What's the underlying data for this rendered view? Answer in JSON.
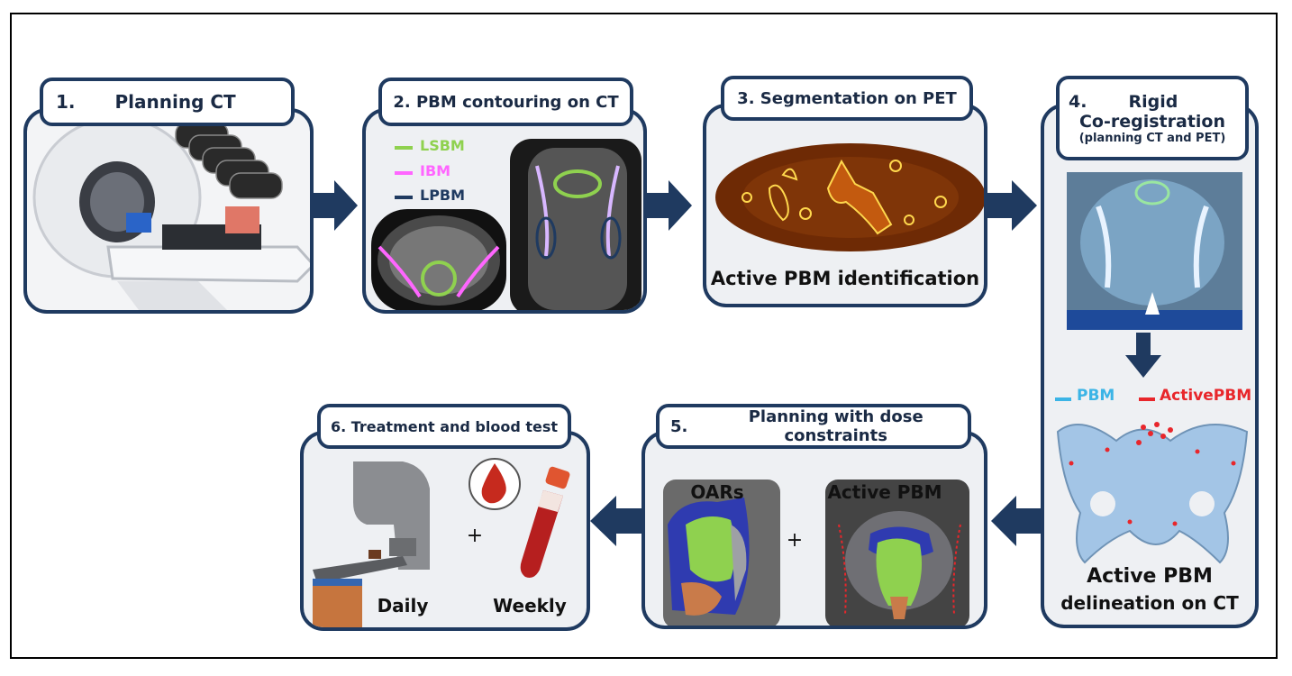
{
  "steps": {
    "s1": {
      "num": "1.",
      "title": "Planning CT"
    },
    "s2": {
      "title": "2. PBM contouring on CT",
      "legend": [
        "LSBM",
        "IBM",
        "LPBM"
      ]
    },
    "s3": {
      "title": "3. Segmentation on PET",
      "caption": "Active PBM identification"
    },
    "s4": {
      "num": "4.",
      "title_a": "Rigid",
      "title_b": "Co-registration",
      "title_c": "(planning CT and PET)",
      "legend": [
        "PBM",
        "ActivePBM"
      ],
      "caption_a": "Active PBM",
      "caption_b": "delineation on CT"
    },
    "s5": {
      "num": "5.",
      "title": "Planning with dose constraints",
      "left_label": "OARs",
      "right_label": "Active PBM",
      "plus": "+"
    },
    "s6": {
      "title": "6. Treatment and blood test",
      "left_label": "Daily",
      "right_label": "Weekly",
      "plus": "+"
    }
  },
  "colors": {
    "border": "#1f3a60",
    "arrow": "#1f3a60",
    "lsbm": "#8fd14f",
    "ibm": "#ff66ff",
    "lpbm": "#1f3a60",
    "pbm": "#3bb4e6",
    "active_pbm": "#e8262b"
  },
  "icons": [
    "ct-scanner-icon",
    "linac-icon",
    "blood-drop-icon",
    "test-tube-icon"
  ]
}
